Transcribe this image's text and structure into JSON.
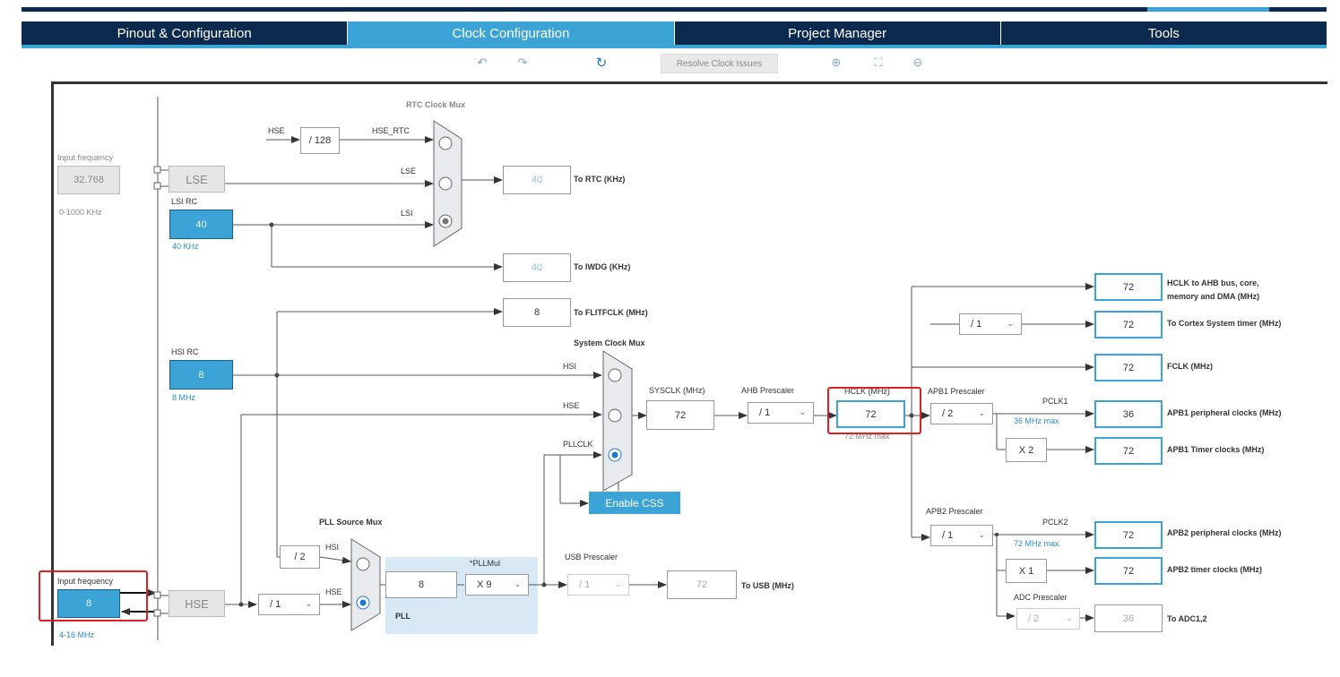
{
  "tabs": [
    {
      "label": "Pinout & Configuration"
    },
    {
      "label": "Clock Configuration"
    },
    {
      "label": "Project Manager"
    },
    {
      "label": "Tools"
    }
  ],
  "toolbar": {
    "resolve_label": "Resolve Clock Issues"
  },
  "lse": {
    "input_freq_label": "Input frequency",
    "input_value": "32.768",
    "range": "0-1000 KHz",
    "name": "LSE"
  },
  "lsi": {
    "label": "LSI RC",
    "value": "40",
    "freq": "40 KHz"
  },
  "rtc": {
    "mux_title": "RTC Clock Mux",
    "hse": "HSE",
    "div": "/ 128",
    "hse_rtc": "HSE_RTC",
    "lse": "LSE",
    "lsi": "LSI",
    "rtc_value": "40",
    "rtc_label": "To RTC (KHz)",
    "iwdg_value": "40",
    "iwdg_label": "To IWDG (KHz)"
  },
  "flit": {
    "value": "8",
    "label": "To FLITFCLK (MHz)"
  },
  "hsi": {
    "label": "HSI RC",
    "value": "8",
    "freq": "8 MHz"
  },
  "sysmux": {
    "title": "System Clock Mux",
    "hsi": "HSI",
    "hse": "HSE",
    "pllclk": "PLLCLK"
  },
  "sysclk": {
    "label": "SYSCLK (MHz)",
    "value": "72"
  },
  "ahb": {
    "label": "AHB Prescaler",
    "value": "/ 1"
  },
  "hclk": {
    "label": "HCLK (MHz)",
    "value": "72",
    "max": "72 MHz max"
  },
  "css_button": "Enable CSS",
  "hse": {
    "input_freq_label": "Input frequency",
    "input_value": "8",
    "range": "4-16 MHz",
    "name": "HSE",
    "div": "/ 1"
  },
  "pllsrc": {
    "title": "PLL Source Mux",
    "div": "/ 2",
    "hsi": "HSI",
    "hse": "HSE"
  },
  "pll": {
    "label": "PLL",
    "value": "8",
    "mul_label": "*PLLMul",
    "mul": "X 9"
  },
  "usb": {
    "label": "USB Prescaler",
    "div": "/ 1",
    "value": "72",
    "out_label": "To USB (MHz)"
  },
  "outputs": {
    "hclk_ahb": {
      "value": "72",
      "label1": "HCLK to AHB bus, core,",
      "label2": "memory and DMA (MHz)"
    },
    "cortex": {
      "div": "/ 1",
      "value": "72",
      "label": "To Cortex System timer (MHz)"
    },
    "fclk": {
      "value": "72",
      "label": "FCLK (MHz)"
    },
    "apb1": {
      "prescaler_label": "APB1 Prescaler",
      "div": "/ 2",
      "pclk": "PCLK1",
      "max": "36 MHz max",
      "value": "36",
      "label": "APB1 peripheral clocks (MHz)",
      "timer_mult": "X 2",
      "timer_value": "72",
      "timer_label": "APB1 Timer clocks (MHz)"
    },
    "apb2": {
      "prescaler_label": "APB2 Prescaler",
      "div": "/ 1",
      "pclk": "PCLK2",
      "max": "72 MHz max",
      "value": "72",
      "label": "APB2 peripheral clocks (MHz)",
      "timer_mult": "X 1",
      "timer_value": "72",
      "timer_label": "APB2 timer clocks (MHz)"
    },
    "adc": {
      "prescaler_label": "ADC Prescaler",
      "div": "/ 2",
      "value": "36",
      "label": "To ADC1,2"
    }
  },
  "colors": {
    "navy": "#0c2a4d",
    "accent": "#3ca3d6",
    "highlight": "#e02020"
  }
}
